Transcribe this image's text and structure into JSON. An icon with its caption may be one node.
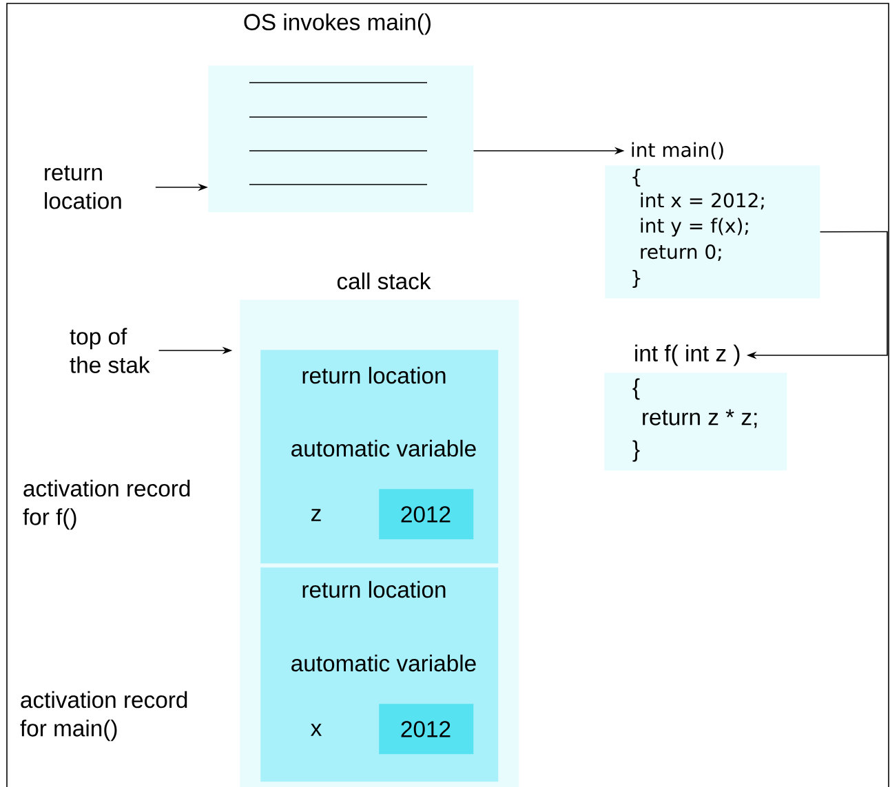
{
  "diagram": {
    "nodes": [
      {
        "text": [
          "OS invokes main()"
        ]
      },
      {
        "text": [
          "return location"
        ]
      },
      {
        "text": [
          "int main()",
          "{",
          "int x = 2012;",
          "int y = f(x);",
          "return 0;",
          "}"
        ]
      },
      {
        "text": [
          "int f( int z )",
          "{",
          "return z * z;",
          "}"
        ]
      },
      {
        "text": [
          "call stack"
        ]
      },
      {
        "text": [
          "return location",
          "automatic variable",
          "z"
        ],
        "in": 4
      },
      {
        "text": [
          "2012"
        ],
        "in": 5
      },
      {
        "text": [
          "return location",
          "automatic variable",
          "x"
        ],
        "in": 4
      },
      {
        "text": [
          "2012"
        ],
        "in": 7
      },
      {
        "text": [
          "top of the stak"
        ]
      }
    ],
    "edges": [
      {
        "from": 1,
        "to": 0,
        "arrow": "to"
      },
      {
        "from": 0,
        "to": 2,
        "arrow": "to"
      },
      {
        "from": 2,
        "to": 3,
        "arrow": "to"
      },
      {
        "from": 9,
        "to": 4,
        "arrow": "to"
      }
    ],
    "labels": [
      "activation record for f()",
      "activation record for main()"
    ]
  }
}
